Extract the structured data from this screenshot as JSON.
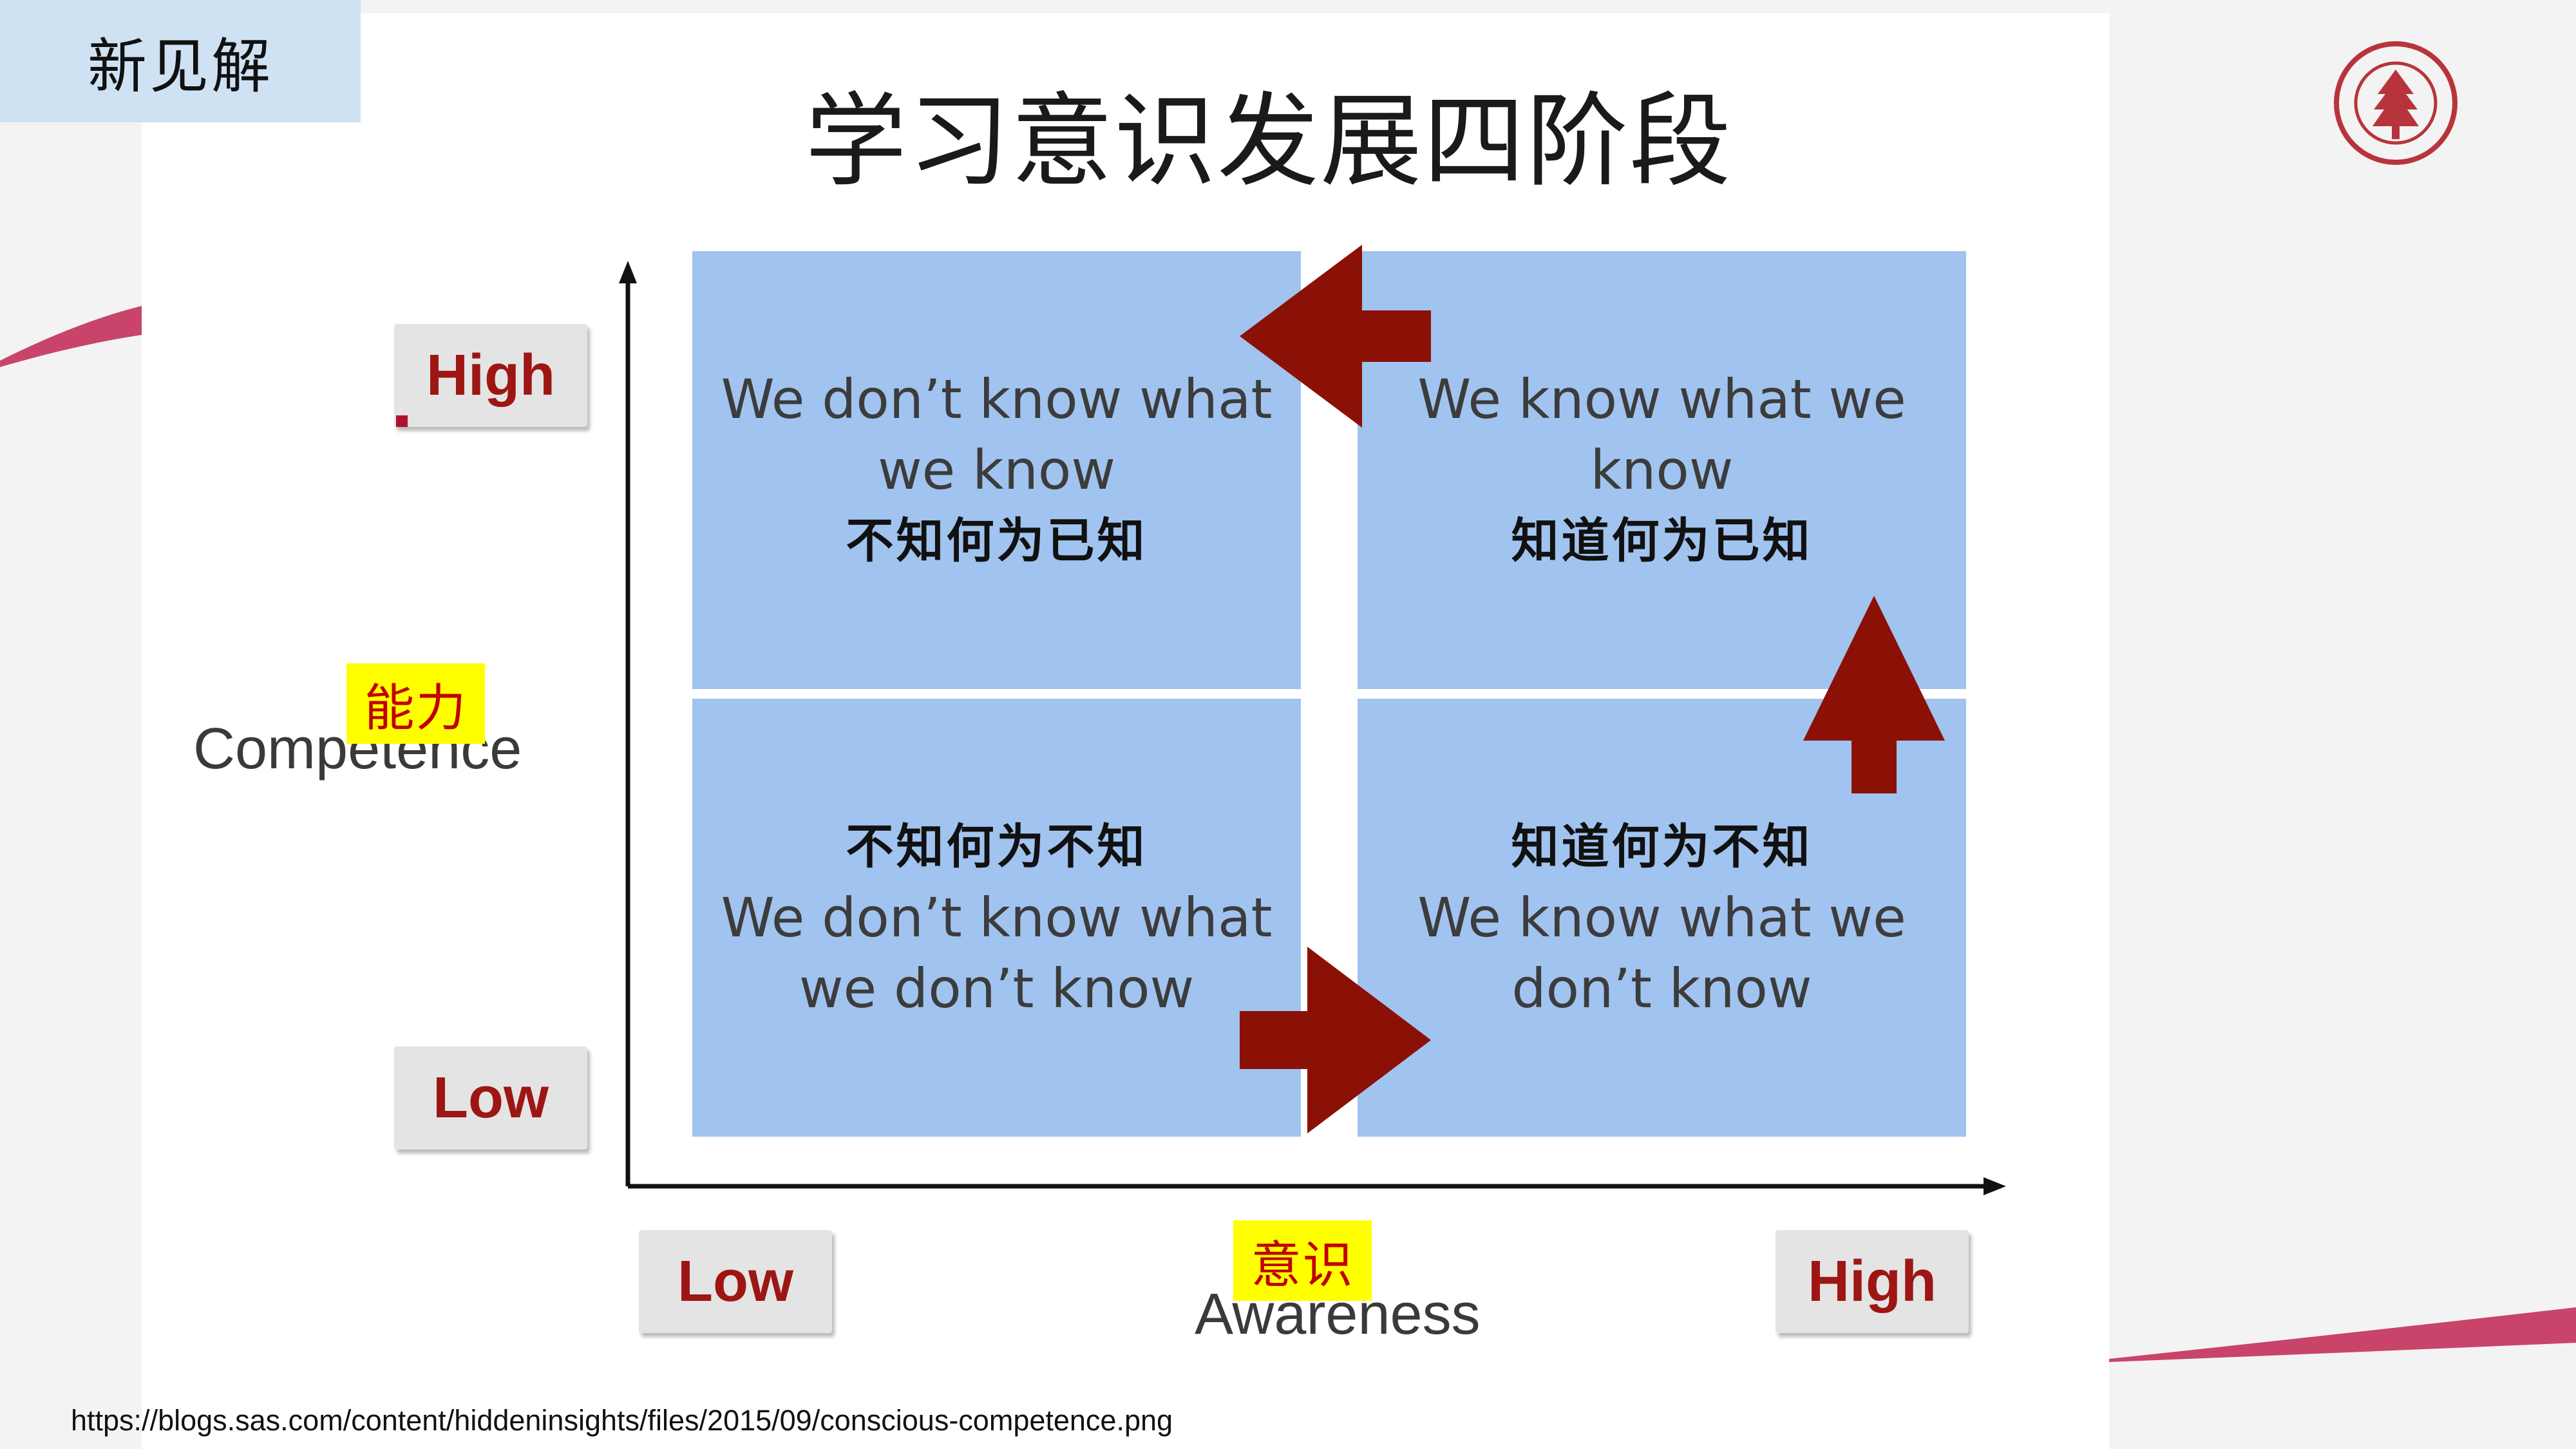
{
  "slide": {
    "section": "新见解",
    "title": "学习意识发展四阶段",
    "source": "https://blogs.sas.com/content/hiddeninsights/files/2015/09/conscious-competence.png"
  },
  "diagram": {
    "quadrants": {
      "top_left": {
        "en": "We don’t know what\nwe know",
        "cn": "不知何为已知"
      },
      "top_right": {
        "en": "We know what we\nknow",
        "cn": "知道何为已知"
      },
      "bottom_left": {
        "en": "We don’t know what\nwe don’t know",
        "cn": "不知何为不知"
      },
      "bottom_right": {
        "en": "We know what we\ndon’t know",
        "cn": "知道何为不知"
      }
    },
    "y_axis": {
      "label": "Competence",
      "label_cn": "能力",
      "high": "High",
      "low": "Low"
    },
    "x_axis": {
      "label": "Awareness",
      "label_cn": "意识",
      "low": "Low",
      "high": "High"
    }
  },
  "colors": {
    "quadrant": "#a1c3ef",
    "arrow": "#8b1107",
    "level_text": "#9d1613",
    "highlight": "#ffff00",
    "accent_curve": "#c9446a"
  },
  "icons": {
    "logo": "university-seal-icon",
    "transitions": [
      "arrow-left-icon",
      "arrow-right-icon",
      "arrow-up-icon"
    ]
  }
}
